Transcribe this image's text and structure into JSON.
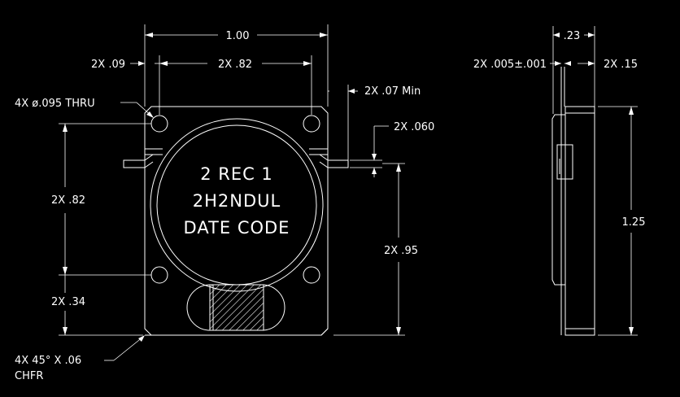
{
  "colors": {
    "background": "#000000",
    "lines": "#ffffff"
  },
  "part_marking": {
    "line1": "2 REC 1",
    "line2": "2H2NDUL",
    "line3": "DATE CODE"
  },
  "front_view": {
    "overall_width": "1.00",
    "hole_offset": "2X .09",
    "hole_spacing_x": "2X .82",
    "holes_callout": "4X ø.095 THRU",
    "lead_min_length": "2X .07 Min",
    "lead_thickness": "2X .060",
    "hole_spacing_y": "2X .82",
    "lead_height": "2X .95",
    "bottom_hole_offset": "2X .34",
    "chamfer_callout": "4X 45° X .06",
    "chamfer_word": "CHFR"
  },
  "side_view": {
    "depth": ".23",
    "lead_thickness": "2X .005±.001",
    "lead_offset": "2X .15",
    "overall_height": "1.25"
  }
}
